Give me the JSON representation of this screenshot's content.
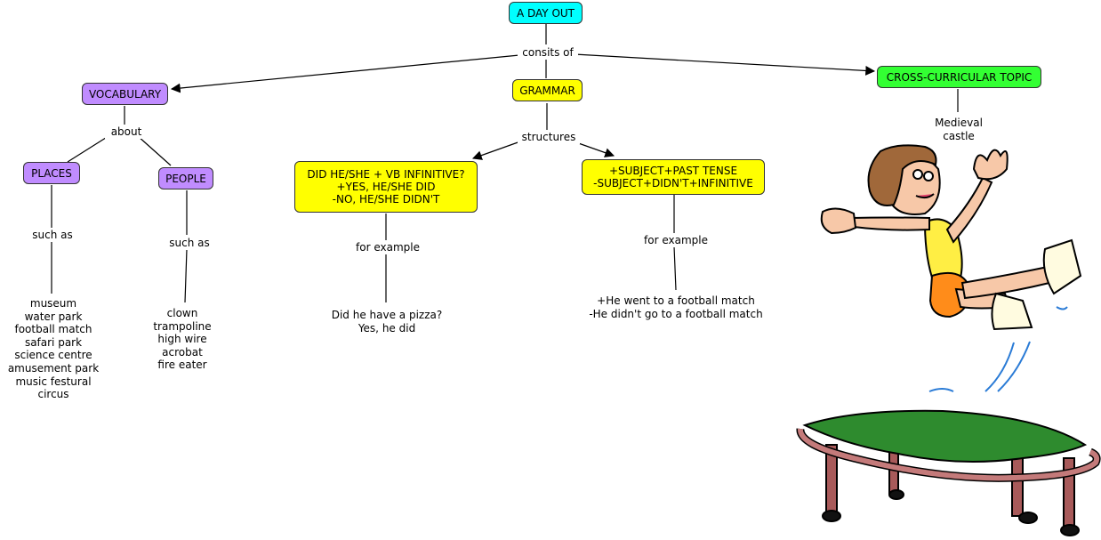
{
  "colors": {
    "root": "#00ffff",
    "vocabulary": "#c08cff",
    "grammar": "#ffff00",
    "topic": "#33ff33"
  },
  "concepts": {
    "root": "A DAY OUT",
    "vocabulary": "VOCABULARY",
    "grammar": "GRAMMAR",
    "topic": "CROSS-CURRICULAR TOPIC",
    "places": "PLACES",
    "people": "PEOPLE",
    "question_rule": "DID HE/SHE + VB INFINITIVE?\n+YES, HE/SHE DID\n-NO, HE/SHE DIDN'T",
    "statement_rule": "+SUBJECT+PAST TENSE\n-SUBJECT+DIDN'T+INFINITIVE"
  },
  "links": {
    "consits_of": "consits of",
    "about": "about",
    "structures": "structures",
    "places_such_as": "such as",
    "people_such_as": "such as",
    "question_for_example": "for example",
    "statement_for_example": "for example"
  },
  "leaves": {
    "medieval": "Medieval\ncastle",
    "places_list": "museum\nwater park\nfootball match\nsafari park\nscience centre\namusement park\nmusic festural\ncircus",
    "people_list": "clown\ntrampoline\nhigh wire\nacrobat\nfire eater",
    "question_example": "Did he have a pizza?\nYes, he did",
    "statement_example": "+He went to a football match\n-He didn't go to a football match"
  },
  "illustration": {
    "icon": "girl-jumping-on-trampoline"
  }
}
